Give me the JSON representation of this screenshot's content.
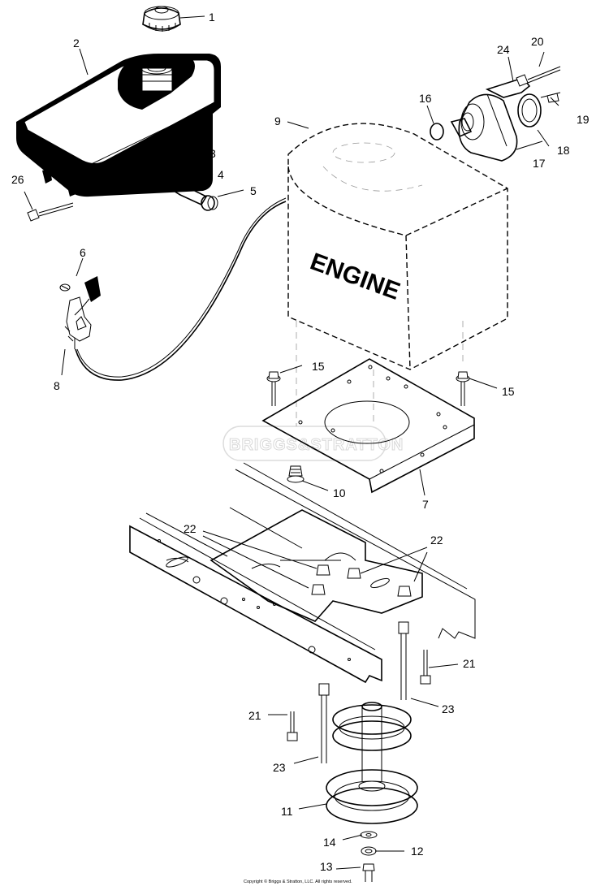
{
  "diagram": {
    "engine_label": "ENGINE",
    "watermark": "BRIGGS&STRATTON",
    "copyright": "Copyright © Briggs & Stratton, LLC. All rights reserved.",
    "callouts": {
      "c1": "1",
      "c2": "2",
      "c3": "3",
      "c4": "4",
      "c5": "5",
      "c6": "6",
      "c7": "7",
      "c8": "8",
      "c9": "9",
      "c10": "10",
      "c11": "11",
      "c12": "12",
      "c13": "13",
      "c14": "14",
      "c15a": "15",
      "c15b": "15",
      "c16": "16",
      "c17": "17",
      "c18": "18",
      "c19": "19",
      "c20": "20",
      "c21a": "21",
      "c21b": "21",
      "c22a": "22",
      "c22b": "22",
      "c23a": "23",
      "c23b": "23",
      "c24": "24",
      "c26": "26"
    }
  }
}
